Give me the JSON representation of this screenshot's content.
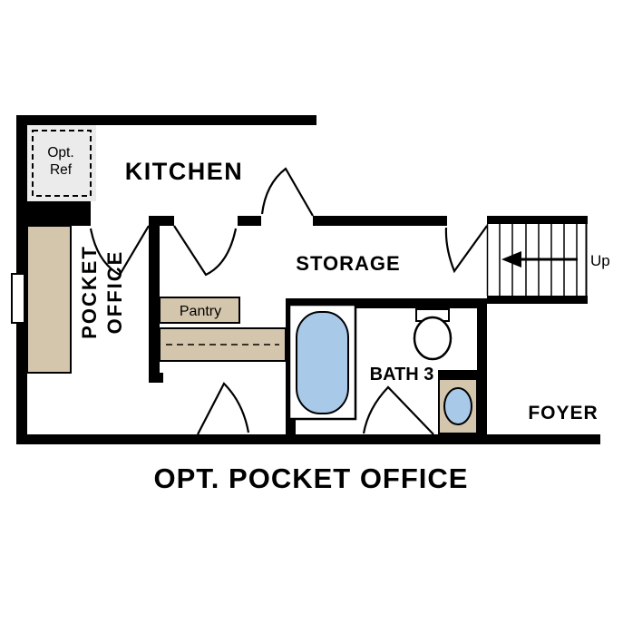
{
  "title": {
    "label": "OPT. POCKET OFFICE"
  },
  "rooms": {
    "kitchen": "KITCHEN",
    "storage": "STORAGE",
    "pocket_office_line1": "POCKET",
    "pocket_office_line2": "OFFICE",
    "pantry": "Pantry",
    "bath3": "BATH 3",
    "foyer": "FOYER"
  },
  "annotations": {
    "opt_ref_line1": "Opt.",
    "opt_ref_line2": "Ref",
    "stairs_up": "Up"
  },
  "colors": {
    "wall": "#000000",
    "counter": "#d4c6ad",
    "fixture_blue": "#a9c9e8",
    "ref_gray": "#ebebeb",
    "background": "#ffffff"
  }
}
